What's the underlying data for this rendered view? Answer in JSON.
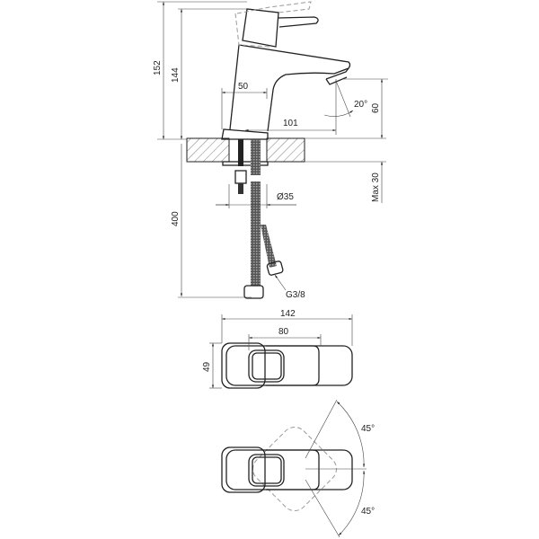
{
  "drawing": {
    "side_view": {
      "dim_total_height": "152",
      "dim_spout_height_top": "144",
      "dim_base_width": "50",
      "dim_spout_reach": "101",
      "dim_spout_angle": "20°",
      "dim_spout_height": "60",
      "dim_max_counter_thickness": "Max 30",
      "dim_hole_diameter": "Ø35",
      "dim_hose_length": "400",
      "dim_connection_thread": "G3/8"
    },
    "top_view": {
      "dim_length": "142",
      "dim_lever_reach": "80",
      "dim_width": "49"
    },
    "rotation_view": {
      "dim_angle_up": "45°",
      "dim_angle_down": "45°"
    }
  },
  "colors": {
    "line": "#222222",
    "ghost": "#999999",
    "background": "#ffffff"
  }
}
